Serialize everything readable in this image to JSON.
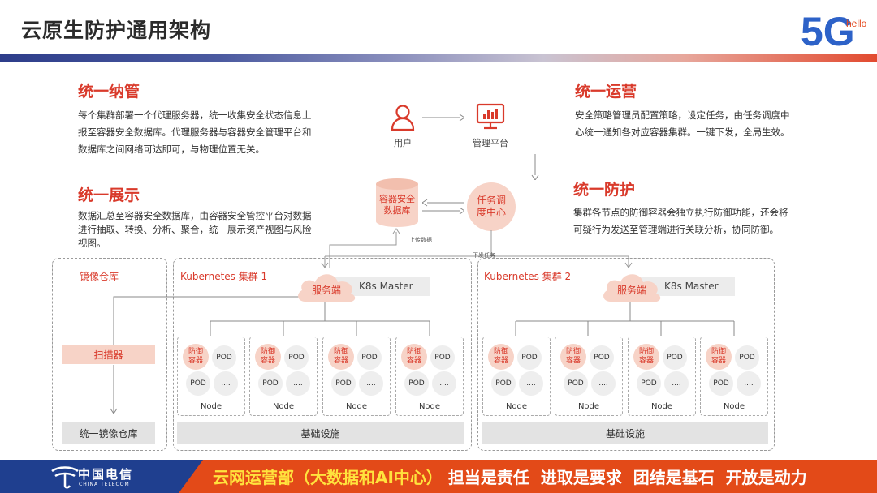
{
  "header": {
    "title": "云原生防护通用架构",
    "logo_main": "5G",
    "logo_sub": "hello"
  },
  "sections": {
    "unified_management": {
      "title": "统一纳管",
      "lines": [
        "每个集群部署一个代理服务器，统一收集安全状态信息上",
        "报至容器安全数据库。代理服务器与容器安全管理平台和",
        "数据库之间网络可达即可，与物理位置无关。"
      ]
    },
    "unified_display": {
      "title": "统一展示",
      "lines": [
        "数据汇总至容器安全数据库，由容器安全管控平台对数据",
        "进行抽取、转换、分析、聚合，统一展示资产视图与风险",
        "视图。"
      ]
    },
    "unified_operation": {
      "title": "统一运营",
      "lines": [
        "安全策略管理员配置策略，设定任务，由任务调度中",
        "心统一通知各对应容器集群。一键下发，全局生效。"
      ]
    },
    "unified_defense": {
      "title": "统一防护",
      "lines": [
        "集群各节点的防御容器会独立执行防御功能，还会将",
        "可疑行为发送至管理端进行关联分析，协同防御。"
      ]
    }
  },
  "diagram": {
    "user_label": "用户",
    "platform_label": "管理平台",
    "db_label_1": "容器安全",
    "db_label_2": "数据库",
    "scheduler_label_1": "任务调",
    "scheduler_label_2": "度中心",
    "upload_label": "上传数据",
    "dispatch_label": "下发任务",
    "registry": {
      "title": "镜像仓库",
      "scanner": "扫描器",
      "unified": "统一镜像仓库"
    },
    "clusters": [
      {
        "title": "Kubernetes 集群 1",
        "server": "服务端",
        "master": "K8s Master",
        "infra": "基础设施",
        "nodes": [
          {
            "defense": "防御容器",
            "pods": [
              "POD",
              "POD",
              "POD",
              "...."
            ],
            "label": "Node"
          },
          {
            "defense": "防御容器",
            "pods": [
              "POD",
              "POD",
              "POD",
              "...."
            ],
            "label": "Node"
          },
          {
            "defense": "防御容器",
            "pods": [
              "POD",
              "POD",
              "POD",
              "...."
            ],
            "label": "Node"
          },
          {
            "defense": "防御容器",
            "pods": [
              "POD",
              "POD",
              "POD",
              "...."
            ],
            "label": "Node"
          }
        ]
      },
      {
        "title": "Kubernetes 集群 2",
        "server": "服务端",
        "master": "K8s Master",
        "infra": "基础设施",
        "nodes": [
          {
            "defense": "防御容器",
            "pods": [
              "POD",
              "POD",
              "POD",
              "...."
            ],
            "label": "Node"
          },
          {
            "defense": "防御容器",
            "pods": [
              "POD",
              "POD",
              "POD",
              "...."
            ],
            "label": "Node"
          },
          {
            "defense": "防御容器",
            "pods": [
              "POD",
              "POD",
              "POD",
              "...."
            ],
            "label": "Node"
          },
          {
            "defense": "防御容器",
            "pods": [
              "POD",
              "POD",
              "POD",
              "...."
            ],
            "label": "Node"
          }
        ]
      }
    ]
  },
  "footer": {
    "brand_cn": "中国电信",
    "brand_en": "CHINA TELECOM",
    "department": "云网运营部（大数据和AI中心）",
    "slogan": "担当是责任  进取是要求  团结是基石  开放是动力"
  },
  "colors": {
    "accent_red": "#d93a2b",
    "footer_orange": "#e34a18",
    "footer_blue": "#1f3f8f",
    "pink_fill": "#f7d3c7"
  }
}
